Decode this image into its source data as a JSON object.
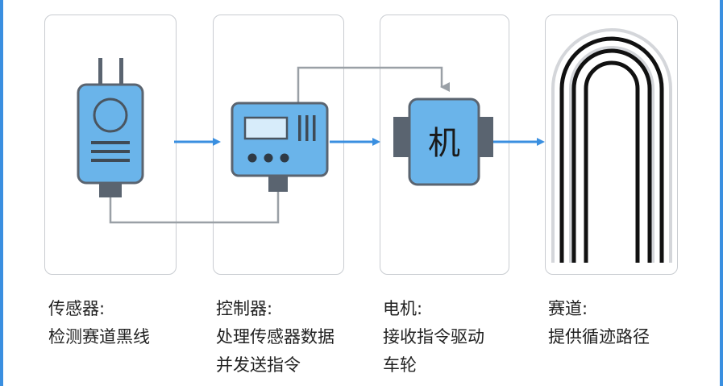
{
  "colors": {
    "accent_blue": "#3a8fe0",
    "device_fill": "#6ab4ea",
    "device_stroke": "#5a6470",
    "wire": "#9aa0a6"
  },
  "motor": {
    "glyph": "机"
  },
  "captions": {
    "sensor": {
      "title": "传感器:",
      "lines": [
        "检测赛道黑线"
      ]
    },
    "controller": {
      "title": "控制器:",
      "lines": [
        "处理传感器数据",
        "并发送指令"
      ]
    },
    "motor": {
      "title": "电机:",
      "lines": [
        "接收指令驱动",
        "车轮"
      ]
    },
    "track": {
      "title": "赛道:",
      "lines": [
        "提供循迹路径"
      ]
    }
  },
  "icons": {
    "sensor": "sensor-icon",
    "controller": "controller-icon",
    "motor": "motor-icon",
    "track": "track-icon"
  }
}
